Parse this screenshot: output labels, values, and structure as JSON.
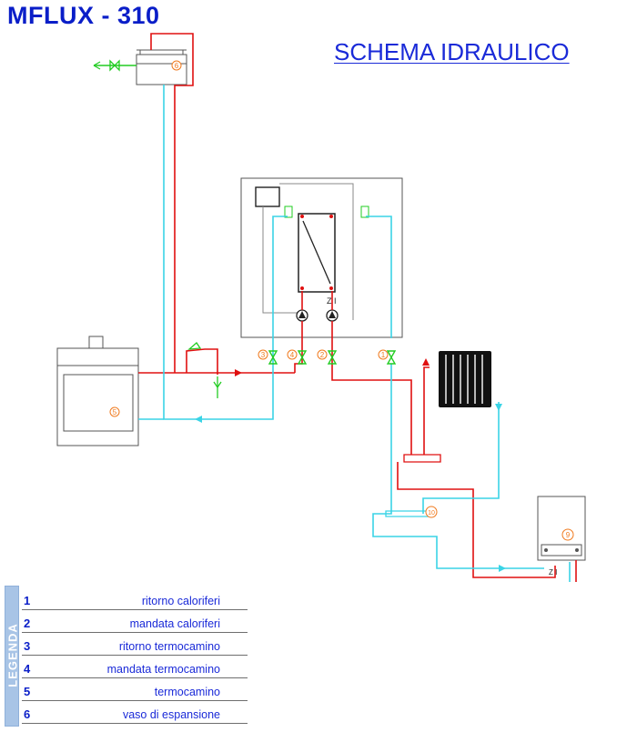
{
  "header": {
    "title": "MFLUX - 310",
    "subtitle": "SCHEMA IDRAULICO"
  },
  "legend": {
    "tab_label": "LEGENDA",
    "items": [
      {
        "num": "1",
        "text": "ritorno caloriferi"
      },
      {
        "num": "2",
        "text": "mandata caloriferi"
      },
      {
        "num": "3",
        "text": "ritorno  termocamino"
      },
      {
        "num": "4",
        "text": "mandata  termocamino"
      },
      {
        "num": "5",
        "text": "termocamino"
      },
      {
        "num": "6",
        "text": "vaso di espansione"
      }
    ]
  },
  "diagram": {
    "markers": {
      "m1": "1",
      "m2": "2",
      "m3": "3",
      "m4": "4",
      "m5": "5",
      "m6": "6",
      "m9": "9",
      "m10": "10"
    },
    "colors": {
      "hot_pipe": "#e01010",
      "cold_pipe": "#3ad4e6",
      "valve": "#22cc22",
      "outline": "#555555",
      "marker": "#f07a1e"
    }
  }
}
